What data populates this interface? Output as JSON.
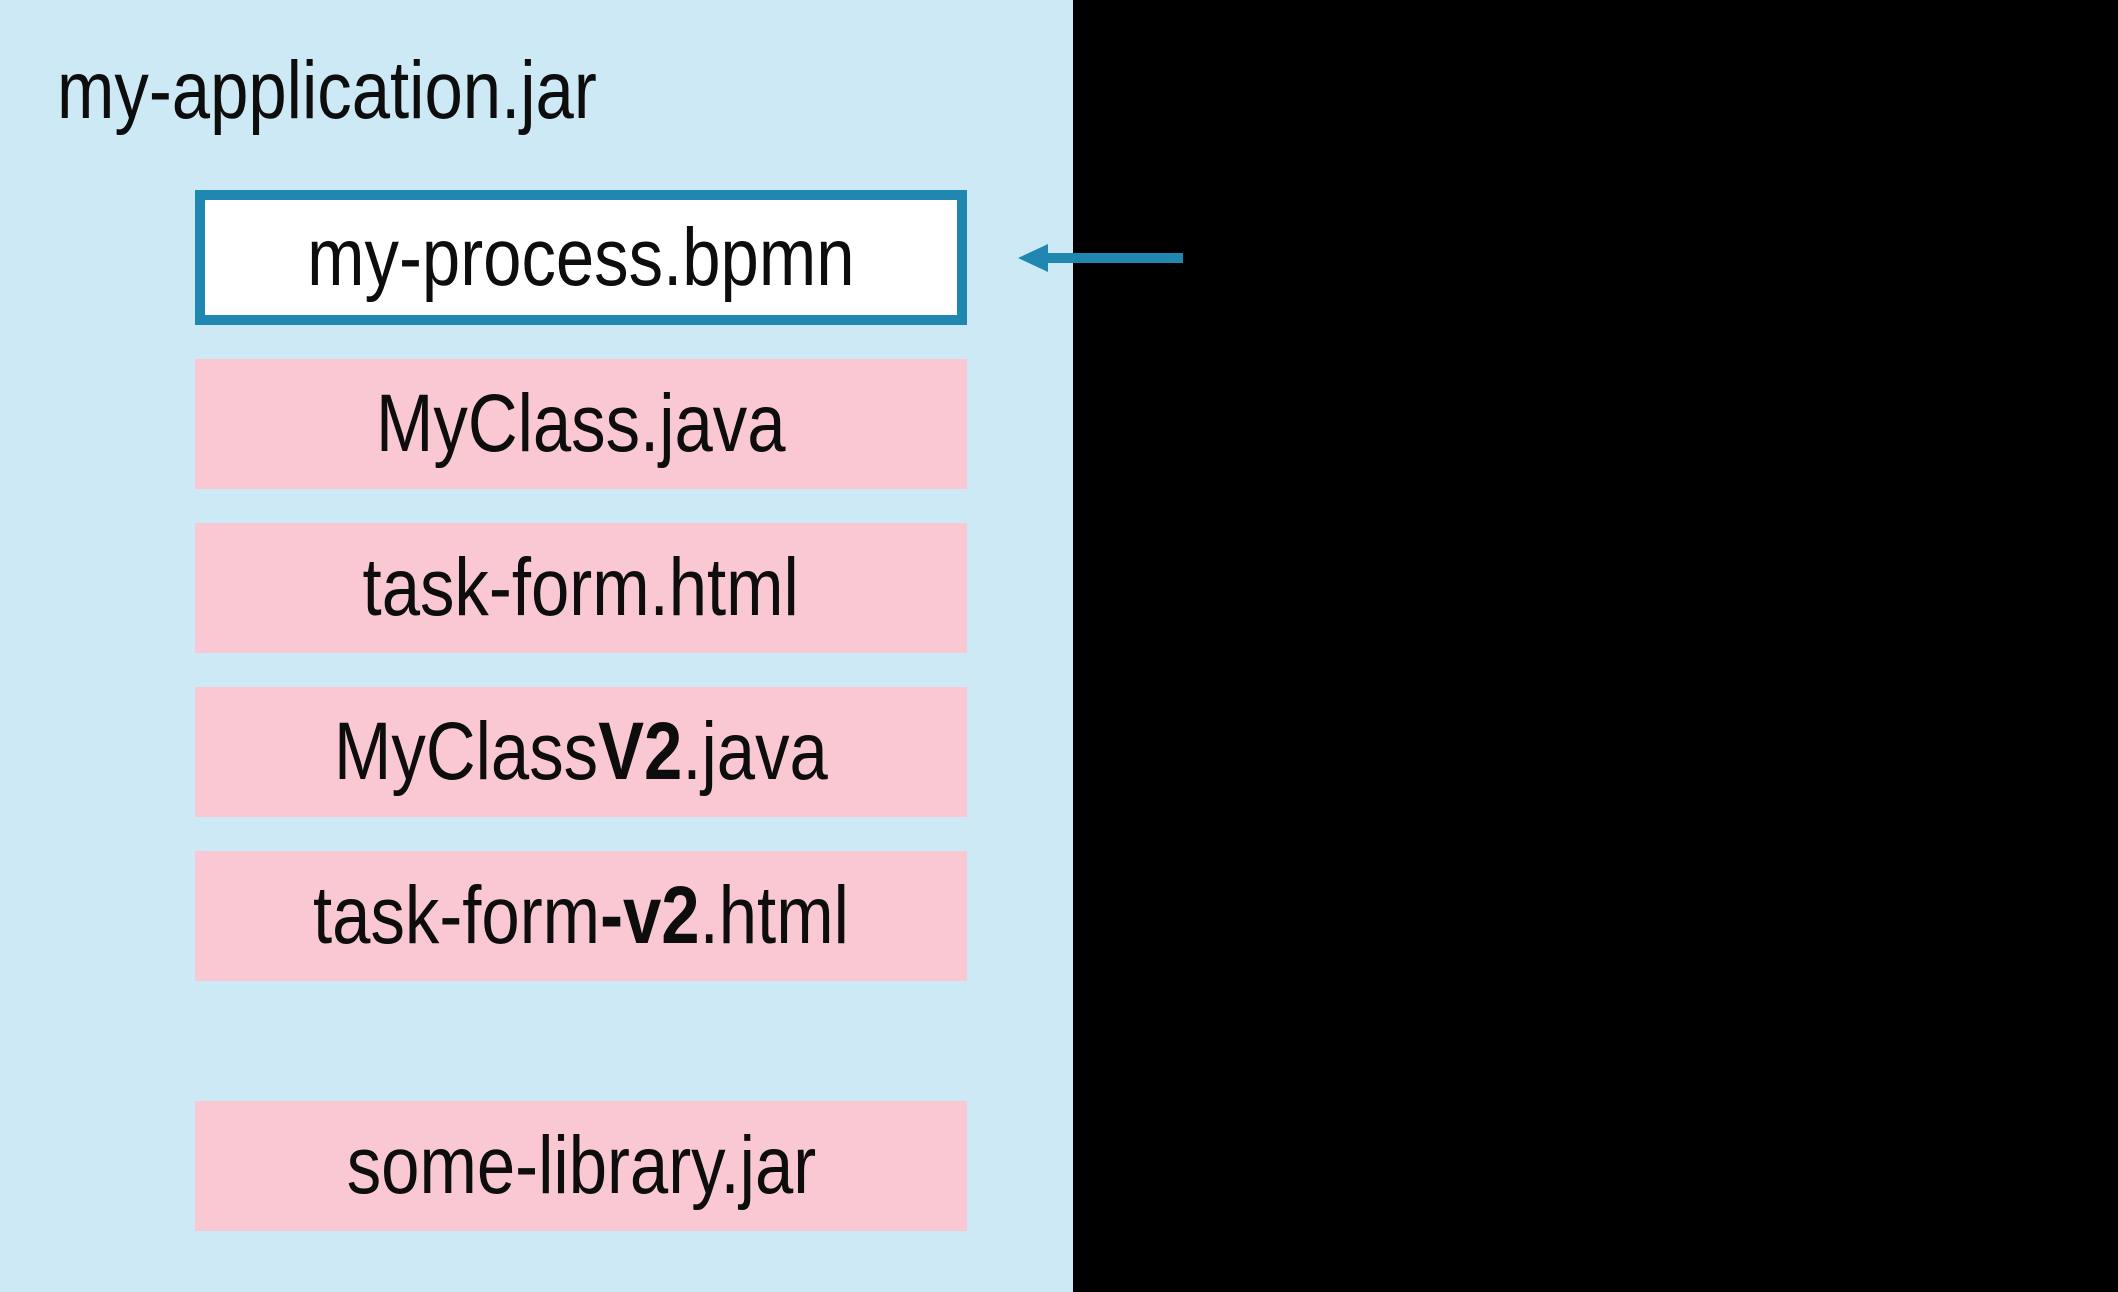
{
  "colors": {
    "panel": "#cde9f5",
    "resource": "#f9c8d2",
    "accent": "#2088b0",
    "highlight-fill": "#ffffff",
    "text": "#0d0d0d",
    "backdrop": "#000000"
  },
  "jar": {
    "title": "my-application.jar",
    "files": [
      {
        "name": "file-box-my-process-bpmn",
        "highlighted": true,
        "segments": [
          {
            "text": "my-process.bpmn"
          }
        ]
      },
      {
        "name": "file-box-myclass-java",
        "segments": [
          {
            "text": "MyClass.java"
          }
        ]
      },
      {
        "name": "file-box-task-form-html",
        "segments": [
          {
            "text": "task-form.html"
          }
        ]
      },
      {
        "name": "file-box-myclass-v2-java",
        "segments": [
          {
            "text": "MyClass"
          },
          {
            "text": "V2",
            "bold": true
          },
          {
            "text": ".java"
          }
        ]
      },
      {
        "name": "file-box-task-form-v2-html",
        "segments": [
          {
            "text": "task-form"
          },
          {
            "text": "-v2",
            "bold": true
          },
          {
            "text": ".html"
          }
        ]
      },
      {
        "name": "file-box-some-library-jar",
        "extra_gap": true,
        "segments": [
          {
            "text": "some-library.jar"
          }
        ]
      }
    ]
  },
  "arrow": {
    "direction": "left",
    "points_to": "my-process.bpmn"
  }
}
